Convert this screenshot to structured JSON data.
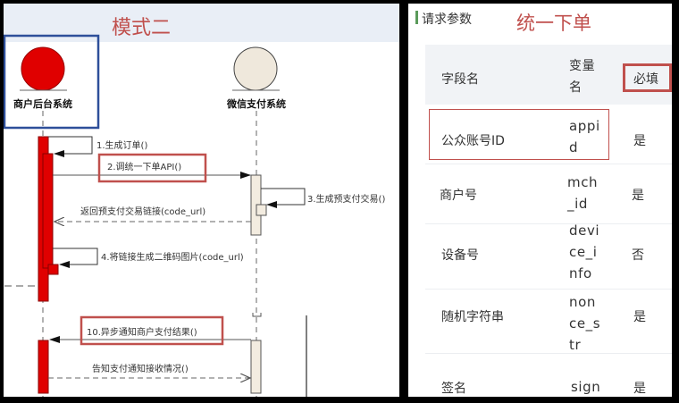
{
  "left_panel": {
    "title": "模式二",
    "actors": [
      "商户后台系统",
      "微信支付系统"
    ],
    "messages": [
      "1.生成订单()",
      "2.调统一下单API()",
      "3.生成预支付交易()",
      "返回预支付交易链接(code_url)",
      "4.将链接生成二维码图片(code_url)",
      "10.异步通知商户支付结果()",
      "告知支付通知接收情况()"
    ],
    "colors": {
      "accent_red": "#c0504d",
      "actor_red": "#e00000",
      "actor_beige": "#efe8dc",
      "highlight_blue": "#2e4f9a"
    }
  },
  "right_panel": {
    "section_label": "请求参数",
    "title": "统一下单",
    "table": {
      "headers": [
        "字段名",
        "变量名",
        "必填"
      ],
      "rows": [
        {
          "name": "公众账号ID",
          "var": "appid",
          "required": "是"
        },
        {
          "name": "商户号",
          "var": "mch_id",
          "required": "是"
        },
        {
          "name": "设备号",
          "var": "device_info",
          "required": "否"
        },
        {
          "name": "随机字符串",
          "var": "nonce_str",
          "required": "是"
        },
        {
          "name": "签名",
          "var": "sign",
          "required": "是"
        }
      ]
    }
  }
}
